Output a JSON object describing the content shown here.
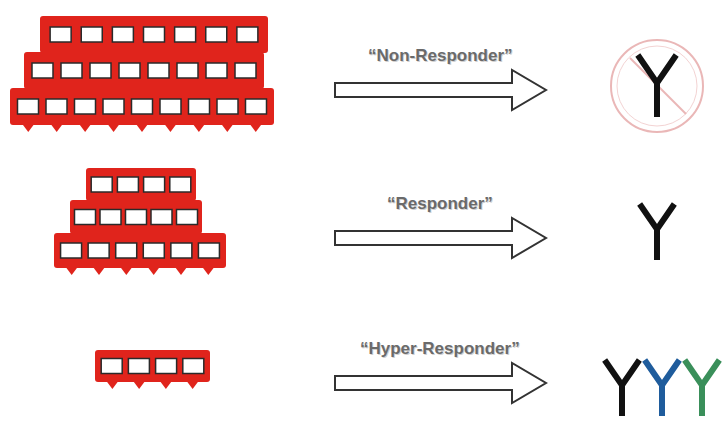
{
  "diagram": {
    "labels": [
      "“Non-Responder”",
      "“Responder”",
      "“Hyper-Responder”"
    ]
  }
}
